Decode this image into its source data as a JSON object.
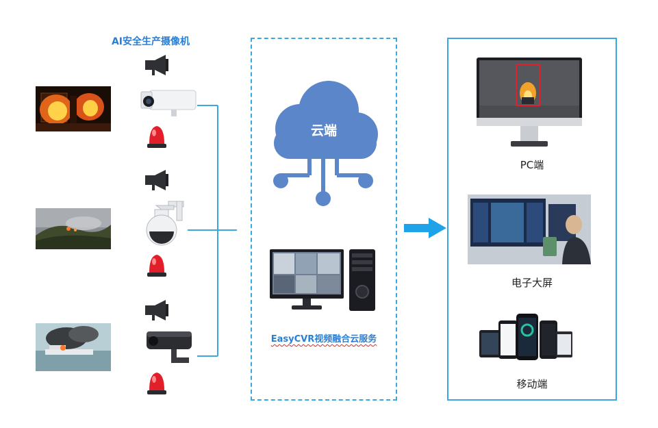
{
  "camera_section": {
    "title": "AI安全生产摄像机"
  },
  "cloud": {
    "label": "云端"
  },
  "service": {
    "label": "EasyCVR视频融合云服务"
  },
  "outputs": [
    {
      "label": "PC端"
    },
    {
      "label": "电子大屏"
    },
    {
      "label": "移动端"
    }
  ],
  "colors": {
    "accent": "#2a7fd4",
    "connector": "#3aa7e0",
    "cloud": "#5b86c9",
    "alarm": "#e01f2a"
  },
  "icons": [
    "speaker-icon",
    "bullet-camera-icon",
    "alarm-light-icon",
    "dome-camera-icon",
    "box-camera-icon",
    "cloud-icon",
    "workstation-icon",
    "monitor-icon",
    "arrow-right-icon"
  ]
}
